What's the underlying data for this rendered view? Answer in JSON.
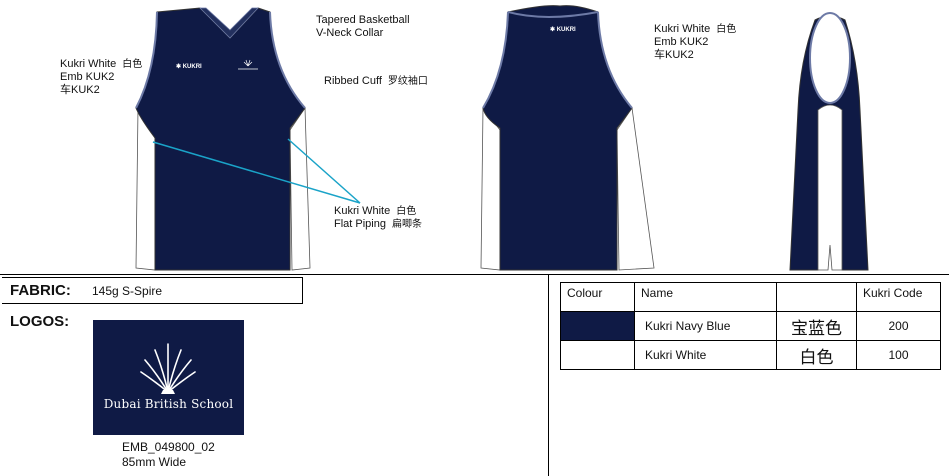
{
  "front_annotations": {
    "collar": [
      "Tapered Basketball",
      "V-Neck Collar"
    ],
    "cuff": {
      "label": "Ribbed Cuff",
      "cn": "罗纹袖口"
    },
    "left_color": {
      "label": "Kukri White",
      "cn": "白色",
      "line2": "Emb KUK2",
      "line3": "车KUK2"
    },
    "piping": {
      "label": "Kukri White",
      "cn": "白色",
      "label2": "Flat Piping",
      "cn2": "扁唧条"
    }
  },
  "back_annotations": {
    "label": "Kukri White",
    "cn": "白色",
    "line2": "Emb KUK2",
    "line3": "车KUK2"
  },
  "garment_brand": "KUKRI",
  "fabric": {
    "label": "FABRIC:",
    "value": "145g S-Spire"
  },
  "logos": {
    "label": "LOGOS:",
    "logo_text": "Dubai British School",
    "code": "EMB_049800_02",
    "size": "85mm Wide"
  },
  "colour_table": {
    "headers": [
      "Colour",
      "Name",
      "",
      "Kukri Code"
    ],
    "rows": [
      {
        "swatch": "#0f1a45",
        "name": "Kukri Navy Blue",
        "cn": "宝蓝色",
        "code": "200"
      },
      {
        "swatch": "#ffffff",
        "name": "Kukri White",
        "cn": "白色",
        "code": "100"
      }
    ]
  },
  "colors": {
    "navy": "#0f1a45",
    "piping_line": "#1aa3c8"
  }
}
